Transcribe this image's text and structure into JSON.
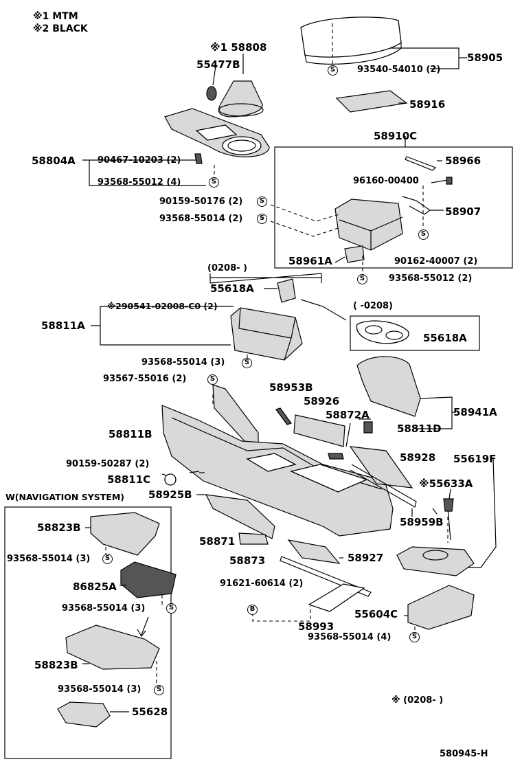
{
  "legend": {
    "note1": "※1  MTM",
    "note2": "※2  BLACK",
    "period_note": "※ (0208-      )",
    "diagram_code": "580945-H"
  },
  "groups": {
    "nav_box_title": "W(NAVIGATION SYSTEM)",
    "period_0208_from": "(0208-      )",
    "period_0208_to": "(        -0208)"
  },
  "marks": {
    "s": "S",
    "b": "B"
  },
  "labels": {
    "p58808": "※1 58808",
    "p55477B": "55477B",
    "p58905": "58905",
    "p93540_54010": "93540-54010 (2)",
    "p58916": "58916",
    "p58910C": "58910C",
    "p58966": "58966",
    "p96160_00400": "96160-00400",
    "p58907": "58907",
    "p90162_40007": "90162-40007 (2)",
    "p58961A": "58961A",
    "p93568_55012_b": "93568-55012 (2)",
    "p58804A": "58804A",
    "p90467_10203": "90467-10203 (2)",
    "p93568_55012_a": "93568-55012 (4)",
    "p90159_50176": "90159-50176 (2)",
    "p93568_55014_a": "93568-55014 (2)",
    "p55618A_a": "55618A",
    "p55618A_b": "55618A",
    "p290541": "※290541-02008-C0 (2)",
    "p58811A": "58811A",
    "p93568_55014_b": "93568-55014 (3)",
    "p93567_55016": "93567-55016 (2)",
    "p58953B": "58953B",
    "p58926": "58926",
    "p58872A": "58872A",
    "p58941A": "58941A",
    "p58811D": "58811D",
    "p58811B": "58811B",
    "p58928": "58928",
    "p55619F": "55619F",
    "p55633A": "※55633A",
    "p90159_50287": "90159-50287 (2)",
    "p58811C": "58811C",
    "p58925B": "58925B",
    "p58959B": "58959B",
    "p58823B_a": "58823B",
    "p93568_55014_c": "93568-55014 (3)",
    "p58871": "58871",
    "p58927": "58927",
    "p58873": "58873",
    "p86825A": "86825A",
    "p91621_60614": "91621-60614 (2)",
    "p93568_55014_d": "93568-55014 (3)",
    "p55604C": "55604C",
    "p58993": "58993",
    "p93568_55014_e": "93568-55014 (4)",
    "p58823B_b": "58823B",
    "p93568_55014_f": "93568-55014 (3)",
    "p55628": "55628"
  }
}
